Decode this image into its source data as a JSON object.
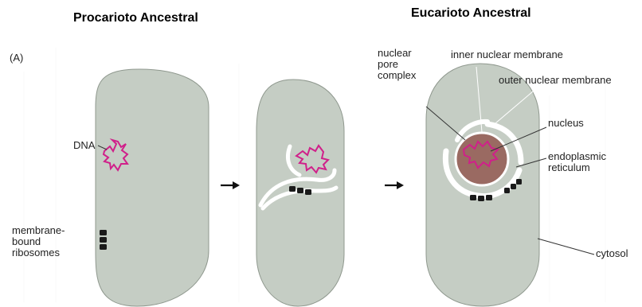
{
  "titles": {
    "left": "Procarioto Ancestral",
    "right": "Eucarioto Ancestral"
  },
  "panel_label": "(A)",
  "labels": {
    "dna": "DNA",
    "membrane_bound": [
      "membrane-",
      "bound",
      "ribosomes"
    ],
    "nuclear_pore": [
      "nuclear",
      "pore",
      "complex"
    ],
    "inner_membrane": "inner nuclear membrane",
    "outer_membrane": "outer nuclear membrane",
    "nucleus": "nucleus",
    "er": [
      "endoplasmic",
      "reticulum"
    ],
    "cytosol": "cytosol"
  },
  "colors": {
    "cell": "#c5cdc4",
    "cell_outline": "#8f988e",
    "dna": "#d0208a",
    "nucleus_fill": "#9a6a62",
    "membrane": "#ffffff",
    "ribosome": "#1a1a1a"
  }
}
